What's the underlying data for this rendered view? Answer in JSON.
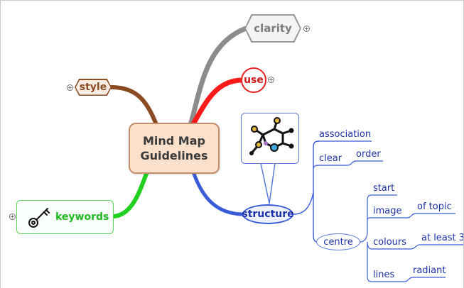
{
  "central": {
    "text": "Mind Map\nGuidelines"
  },
  "branches": {
    "clarity": "clarity",
    "use": "use",
    "style": "style",
    "keywords": "keywords",
    "structure": "structure"
  },
  "structure_children": {
    "association": "association",
    "clear": "clear",
    "order": "order",
    "centre": "centre",
    "start": "start",
    "image": "image",
    "of_topic": "of topic",
    "colours": "colours",
    "at_least_3": "at least 3",
    "lines": "lines",
    "radiant": "radiant"
  },
  "toggle_symbol": "+",
  "icons": {
    "expand": "expand-toggle-icon",
    "key": "key-icon",
    "molecule": "molecule-image"
  },
  "colors": {
    "clarity": "#8c8c8c",
    "use": "#ff1a1a",
    "style": "#8a4b22",
    "keywords": "#22d022",
    "structure": "#3a5bd8",
    "leaf": "#1d32a8"
  }
}
